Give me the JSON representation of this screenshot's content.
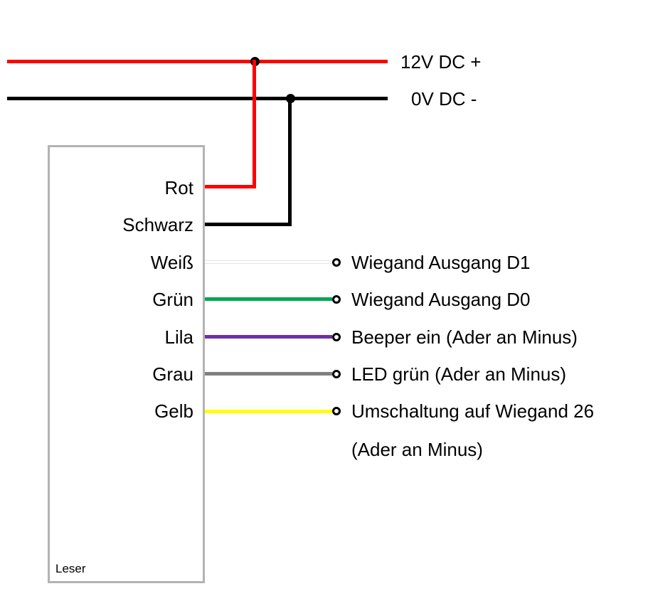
{
  "power": {
    "plus": {
      "label": "12V DC +",
      "color": "#ff0000"
    },
    "minus": {
      "label": "0V DC -",
      "color": "#000000"
    }
  },
  "reader": {
    "label": "Leser"
  },
  "wires": [
    {
      "label": "Rot",
      "color": "#ff0000"
    },
    {
      "label": "Schwarz",
      "color": "#000000"
    },
    {
      "label": "Weiß",
      "color": "#ffffff",
      "function": "Wiegand Ausgang D1"
    },
    {
      "label": "Grün",
      "color": "#00a651",
      "function": "Wiegand Ausgang D0"
    },
    {
      "label": "Lila",
      "color": "#7030a0",
      "function": "Beeper ein (Ader an Minus)"
    },
    {
      "label": "Grau",
      "color": "#808080",
      "function": "LED grün (Ader an Minus)"
    },
    {
      "label": "Gelb",
      "color": "#ffff00",
      "function_line1": "Umschaltung auf Wiegand 26",
      "function_line2": "(Ader an Minus)"
    }
  ]
}
